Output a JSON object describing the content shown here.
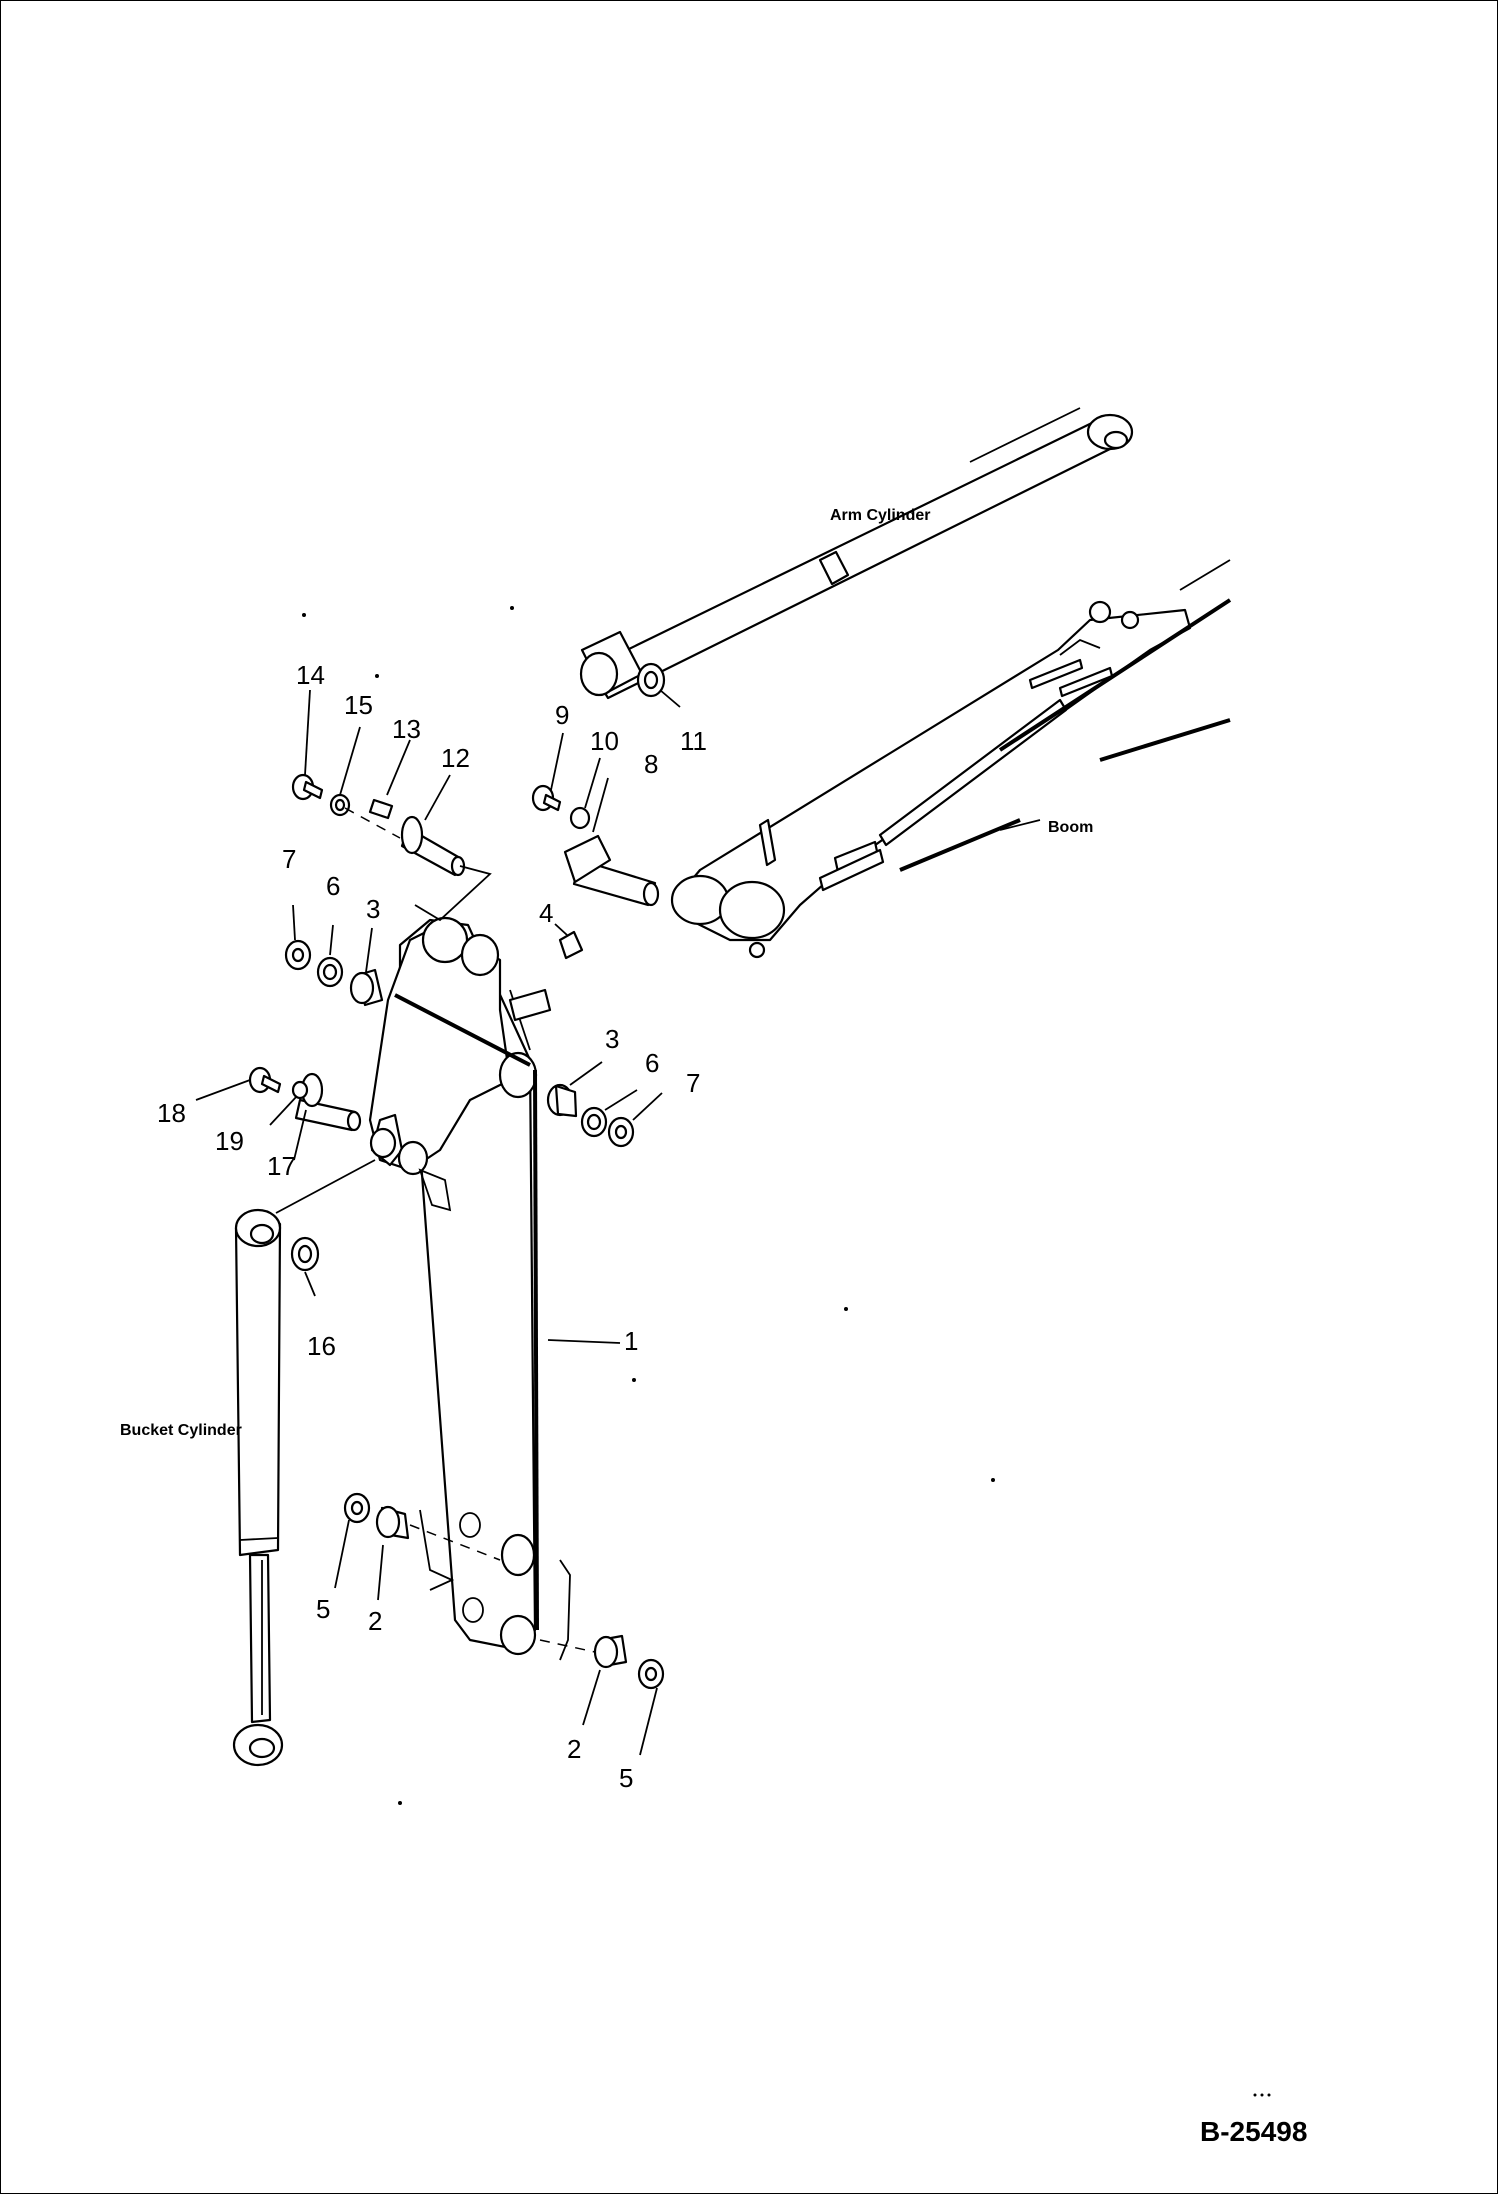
{
  "labels": {
    "arm_cylinder": "Arm Cylinder",
    "boom": "Boom",
    "bucket_cylinder": "Bucket Cylinder"
  },
  "drawing_code": "B-25498",
  "callouts": {
    "c1": "1",
    "c2a": "2",
    "c2b": "2",
    "c3a": "3",
    "c3b": "3",
    "c4": "4",
    "c5a": "5",
    "c5b": "5",
    "c6a": "6",
    "c6b": "6",
    "c7a": "7",
    "c7b": "7",
    "c8": "8",
    "c9": "9",
    "c10": "10",
    "c11": "11",
    "c12": "12",
    "c13": "13",
    "c14": "14",
    "c15": "15",
    "c16": "16",
    "c17": "17",
    "c18": "18",
    "c19": "19"
  }
}
